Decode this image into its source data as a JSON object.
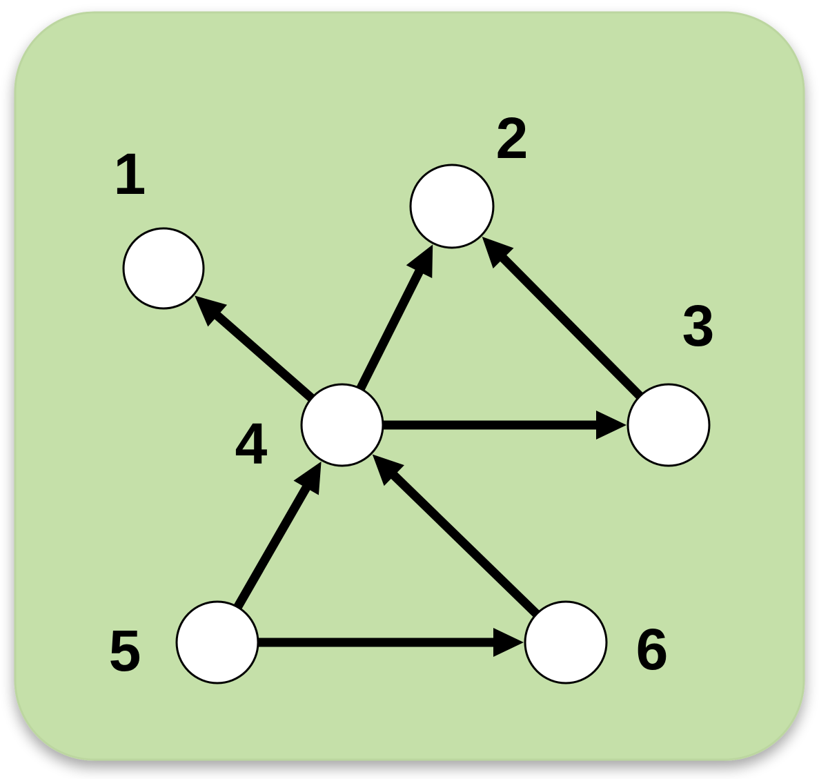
{
  "diagram": {
    "type": "directed-graph",
    "colors": {
      "panel_fill": "#c5e0a9",
      "panel_edge": "#bcd6a0",
      "node_fill": "#ffffff",
      "stroke": "#000000"
    },
    "nodes": [
      {
        "id": "1",
        "label": "1"
      },
      {
        "id": "2",
        "label": "2"
      },
      {
        "id": "3",
        "label": "3"
      },
      {
        "id": "4",
        "label": "4"
      },
      {
        "id": "5",
        "label": "5"
      },
      {
        "id": "6",
        "label": "6"
      }
    ],
    "edges": [
      {
        "from": "4",
        "to": "1"
      },
      {
        "from": "4",
        "to": "2"
      },
      {
        "from": "3",
        "to": "2"
      },
      {
        "from": "4",
        "to": "3"
      },
      {
        "from": "5",
        "to": "4"
      },
      {
        "from": "6",
        "to": "4"
      },
      {
        "from": "5",
        "to": "6"
      }
    ]
  }
}
